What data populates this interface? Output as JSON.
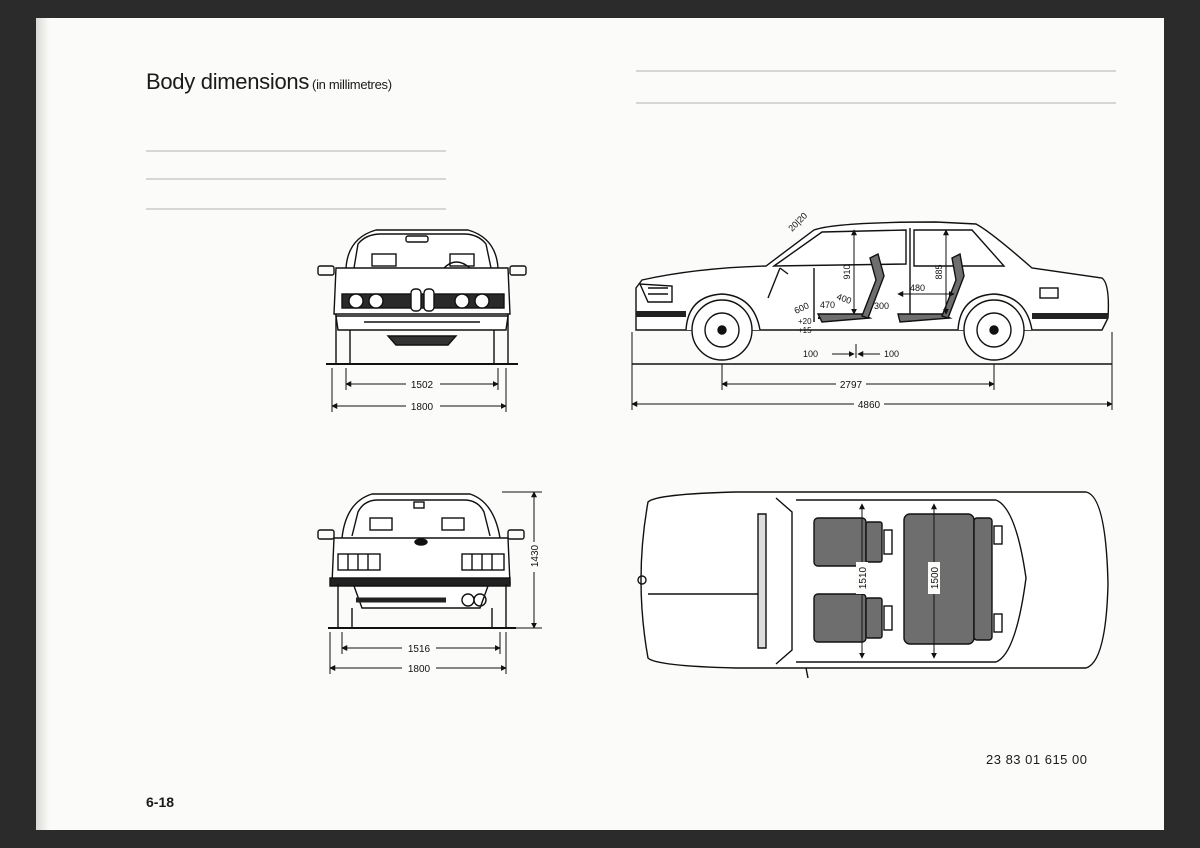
{
  "title": {
    "main": "Body dimensions",
    "unit": "(in millimetres)"
  },
  "front_view": {
    "track_front": "1502",
    "overall_width": "1800"
  },
  "rear_view": {
    "track_rear": "1516",
    "overall_width": "1800",
    "overall_height": "1430"
  },
  "side_view": {
    "seat_angle": "20|20",
    "headroom_front": "910",
    "headroom_rear": "885",
    "dim_600": "600",
    "dim_470": "470",
    "dim_400": "400",
    "dim_300": "300",
    "dim_480": "480",
    "seat_travel_up": "+20",
    "seat_travel_down": "+15",
    "seat_adjust_back": "100",
    "seat_adjust_fwd": "100",
    "wheelbase": "2797",
    "overall_length": "4860"
  },
  "top_view": {
    "width_front_seats": "1510",
    "width_rear_seat": "1500"
  },
  "catalog_number": "23 83 01 615  00",
  "page_number": "6-18",
  "colors": {
    "paper": "#fbfbf9",
    "ink": "#111111",
    "seat_fill": "#6e6e6e"
  }
}
